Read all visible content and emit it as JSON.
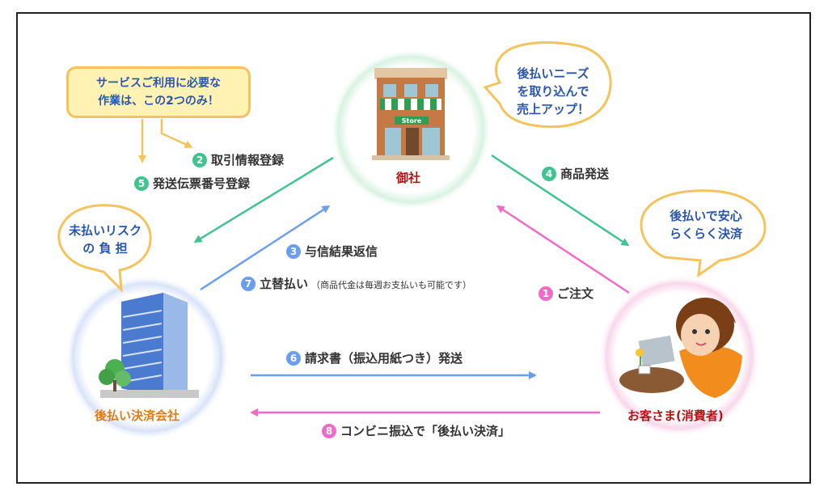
{
  "colors": {
    "green": "#3fc48f",
    "blue": "#6b9ef0",
    "pink": "#f06bc8",
    "orange": "#f4c35c",
    "bubble_text": "#2a56b0",
    "label_text": "#333333",
    "node_orange": "#e07b10",
    "node_red": "#b01515"
  },
  "nodes": {
    "merchant": {
      "label": "御社",
      "icon": "store-icon",
      "sign": "Store"
    },
    "payment_company": {
      "label": "後払い決済会社",
      "icon": "office-building-icon"
    },
    "customer": {
      "label": "お客さま(消費者)",
      "icon": "woman-at-laptop-icon"
    }
  },
  "note": {
    "line1": "サービスご利用に必要な",
    "line2": "作業は、この2つのみ！"
  },
  "bubbles": {
    "merchant": {
      "line1": "後払いニーズ",
      "line2": "を取り込んで",
      "line3": "売上アップ！"
    },
    "customer": {
      "line1": "後払いで安心",
      "line2": "らくらく決済"
    },
    "payment": {
      "line1": "未払いリスク",
      "line2": "の 負 担"
    }
  },
  "steps": [
    {
      "num": "1",
      "text": "ご注文",
      "color": "pink"
    },
    {
      "num": "2",
      "text": "取引情報登録",
      "color": "green"
    },
    {
      "num": "3",
      "text": "与信結果返信",
      "color": "blue"
    },
    {
      "num": "4",
      "text": "商品発送",
      "color": "green"
    },
    {
      "num": "5",
      "text": "発送伝票番号登録",
      "color": "green"
    },
    {
      "num": "6",
      "text": "請求書（振込用紙つき）発送",
      "color": "blue"
    },
    {
      "num": "7",
      "text": "立替払い",
      "note": "（商品代金は毎週お支払いも可能です）",
      "color": "blue"
    },
    {
      "num": "8",
      "text": "コンビニ振込で「後払い決済」",
      "color": "pink"
    }
  ]
}
